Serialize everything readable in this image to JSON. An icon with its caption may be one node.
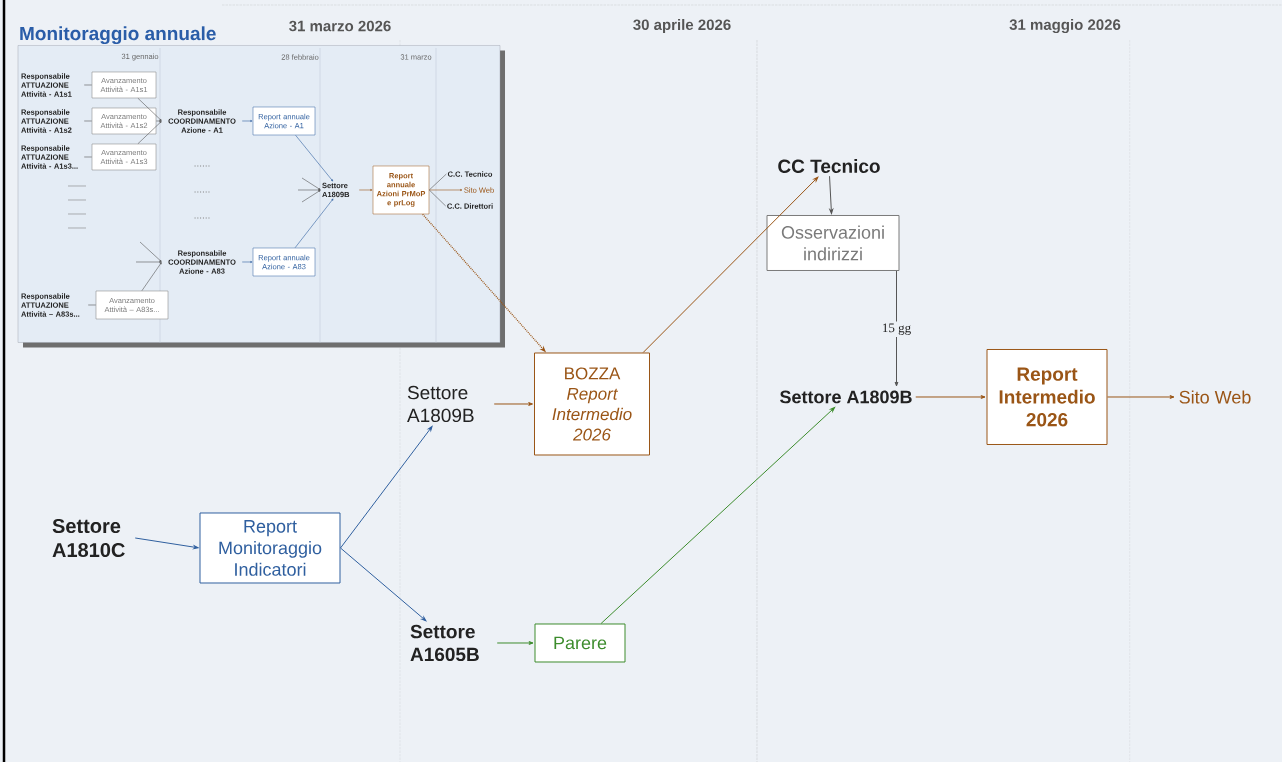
{
  "diagram": {
    "nodes": [
      {
        "text": [
          "Monitoraggio annuale"
        ]
      },
      {
        "text": [
          "Responsabile ATTUAZIONE Attività - A1s1"
        ],
        "in": 0
      },
      {
        "text": [
          "Avanzamento Attività - A1s1"
        ],
        "in": 0
      },
      {
        "text": [
          "Responsabile ATTUAZIONE Attività - A1s2"
        ],
        "in": 0
      },
      {
        "text": [
          "Avanzamento Attività - A1s2"
        ],
        "in": 0
      },
      {
        "text": [
          "Responsabile ATTUAZIONE Attività - A1s3..."
        ],
        "in": 0
      },
      {
        "text": [
          "Avanzamento Attività - A1s3"
        ],
        "in": 0
      },
      {
        "text": [
          "Responsabile COORDINAMENTO Azione - A1"
        ],
        "in": 0
      },
      {
        "text": [
          "Report annuale Azione - A1"
        ],
        "in": 0
      },
      {
        "text": [
          "Responsabile COORDINAMENTO Azione - A83"
        ],
        "in": 0
      },
      {
        "text": [
          "Report annuale Azione - A83"
        ],
        "in": 0
      },
      {
        "text": [
          "Responsabile ATTUAZIONE Attività – A83s..."
        ],
        "in": 0
      },
      {
        "text": [
          "Avanzamento Attività – A83s..."
        ],
        "in": 0
      },
      {
        "text": [
          "Settore A1809B"
        ],
        "in": 0
      },
      {
        "text": [
          "Report annuale Azioni PrMoP e prLog"
        ],
        "in": 0
      },
      {
        "text": [
          "C.C. Tecnico"
        ],
        "in": 0
      },
      {
        "text": [
          "Sito Web"
        ],
        "in": 0
      },
      {
        "text": [
          "C.C. Direttori"
        ],
        "in": 0
      },
      {
        "text": [
          "Settore A1810C"
        ]
      },
      {
        "text": [
          "Report Monitoraggio Indicatori"
        ]
      },
      {
        "text": [
          "Settore A1809B"
        ]
      },
      {
        "text": [
          "BOZZA",
          "Report Intermedio 2026"
        ]
      },
      {
        "text": [
          "Settore A1605B"
        ]
      },
      {
        "text": [
          "Parere"
        ]
      },
      {
        "text": [
          "CC Tecnico"
        ]
      },
      {
        "text": [
          "Osservazioni indirizzi"
        ]
      },
      {
        "text": [
          "Settore A1809B"
        ]
      },
      {
        "text": [
          "Report Intermedio 2026"
        ]
      },
      {
        "text": [
          "Sito Web"
        ]
      }
    ],
    "edges": [
      {
        "from": 1,
        "to": 2,
        "arrow": "none"
      },
      {
        "from": 3,
        "to": 4,
        "arrow": "none"
      },
      {
        "from": 5,
        "to": 6,
        "arrow": "none"
      },
      {
        "from": 2,
        "to": 7,
        "arrow": "to"
      },
      {
        "from": 4,
        "to": 7,
        "arrow": "to"
      },
      {
        "from": 6,
        "to": 7,
        "arrow": "to"
      },
      {
        "from": 7,
        "to": 8,
        "arrow": "to",
        "color": "#2f5f9f"
      },
      {
        "from": 8,
        "to": 13,
        "arrow": "to",
        "color": "#2f5f9f"
      },
      {
        "from": null,
        "to": 13,
        "arrow": "to"
      },
      {
        "from": null,
        "to": 13,
        "arrow": "to"
      },
      {
        "from": null,
        "to": 13,
        "arrow": "to"
      },
      {
        "from": 10,
        "to": 13,
        "arrow": "to",
        "color": "#2f5f9f"
      },
      {
        "from": 9,
        "to": 10,
        "arrow": "to",
        "color": "#2f5f9f"
      },
      {
        "from": null,
        "to": 9,
        "arrow": "to"
      },
      {
        "from": null,
        "to": 9,
        "arrow": "to"
      },
      {
        "from": 11,
        "to": 12,
        "arrow": "none"
      },
      {
        "from": 12,
        "to": 9,
        "arrow": "to"
      },
      {
        "from": 13,
        "to": 14,
        "arrow": "to",
        "color": "#9a5516"
      },
      {
        "from": 14,
        "to": 15,
        "arrow": "none"
      },
      {
        "from": 14,
        "to": 16,
        "arrow": "to",
        "color": "#9a5516"
      },
      {
        "from": 14,
        "to": 17,
        "arrow": "none"
      },
      {
        "from": 14,
        "to": 21,
        "arrow": "to",
        "style": "dashed",
        "color": "#9a5516"
      },
      {
        "from": 18,
        "to": 19,
        "arrow": "to",
        "color": "#2f5f9f"
      },
      {
        "from": 19,
        "to": 20,
        "arrow": "to",
        "color": "#2f5f9f"
      },
      {
        "from": 19,
        "to": 22,
        "arrow": "to",
        "color": "#2f5f9f"
      },
      {
        "from": 20,
        "to": 21,
        "arrow": "to",
        "color": "#9a5516"
      },
      {
        "from": 21,
        "to": 24,
        "arrow": "to",
        "color": "#9a5516"
      },
      {
        "from": 24,
        "to": 25,
        "arrow": "to"
      },
      {
        "from": 25,
        "to": 26,
        "arrow": "to",
        "label": "15 gg"
      },
      {
        "from": 22,
        "to": 23,
        "arrow": "to",
        "color": "#3c8c2c"
      },
      {
        "from": 23,
        "to": 26,
        "arrow": "to",
        "color": "#3c8c2c"
      },
      {
        "from": 26,
        "to": 27,
        "arrow": "to",
        "color": "#9a5516"
      },
      {
        "from": 27,
        "to": 28,
        "arrow": "to",
        "color": "#9a5516"
      }
    ],
    "labels": [
      "31 marzo 2026",
      "30 aprile 2026",
      "31 maggio 2026",
      "31 gennaio",
      "28 febbraio",
      "31 marzo",
      "......",
      "......",
      "......"
    ]
  }
}
